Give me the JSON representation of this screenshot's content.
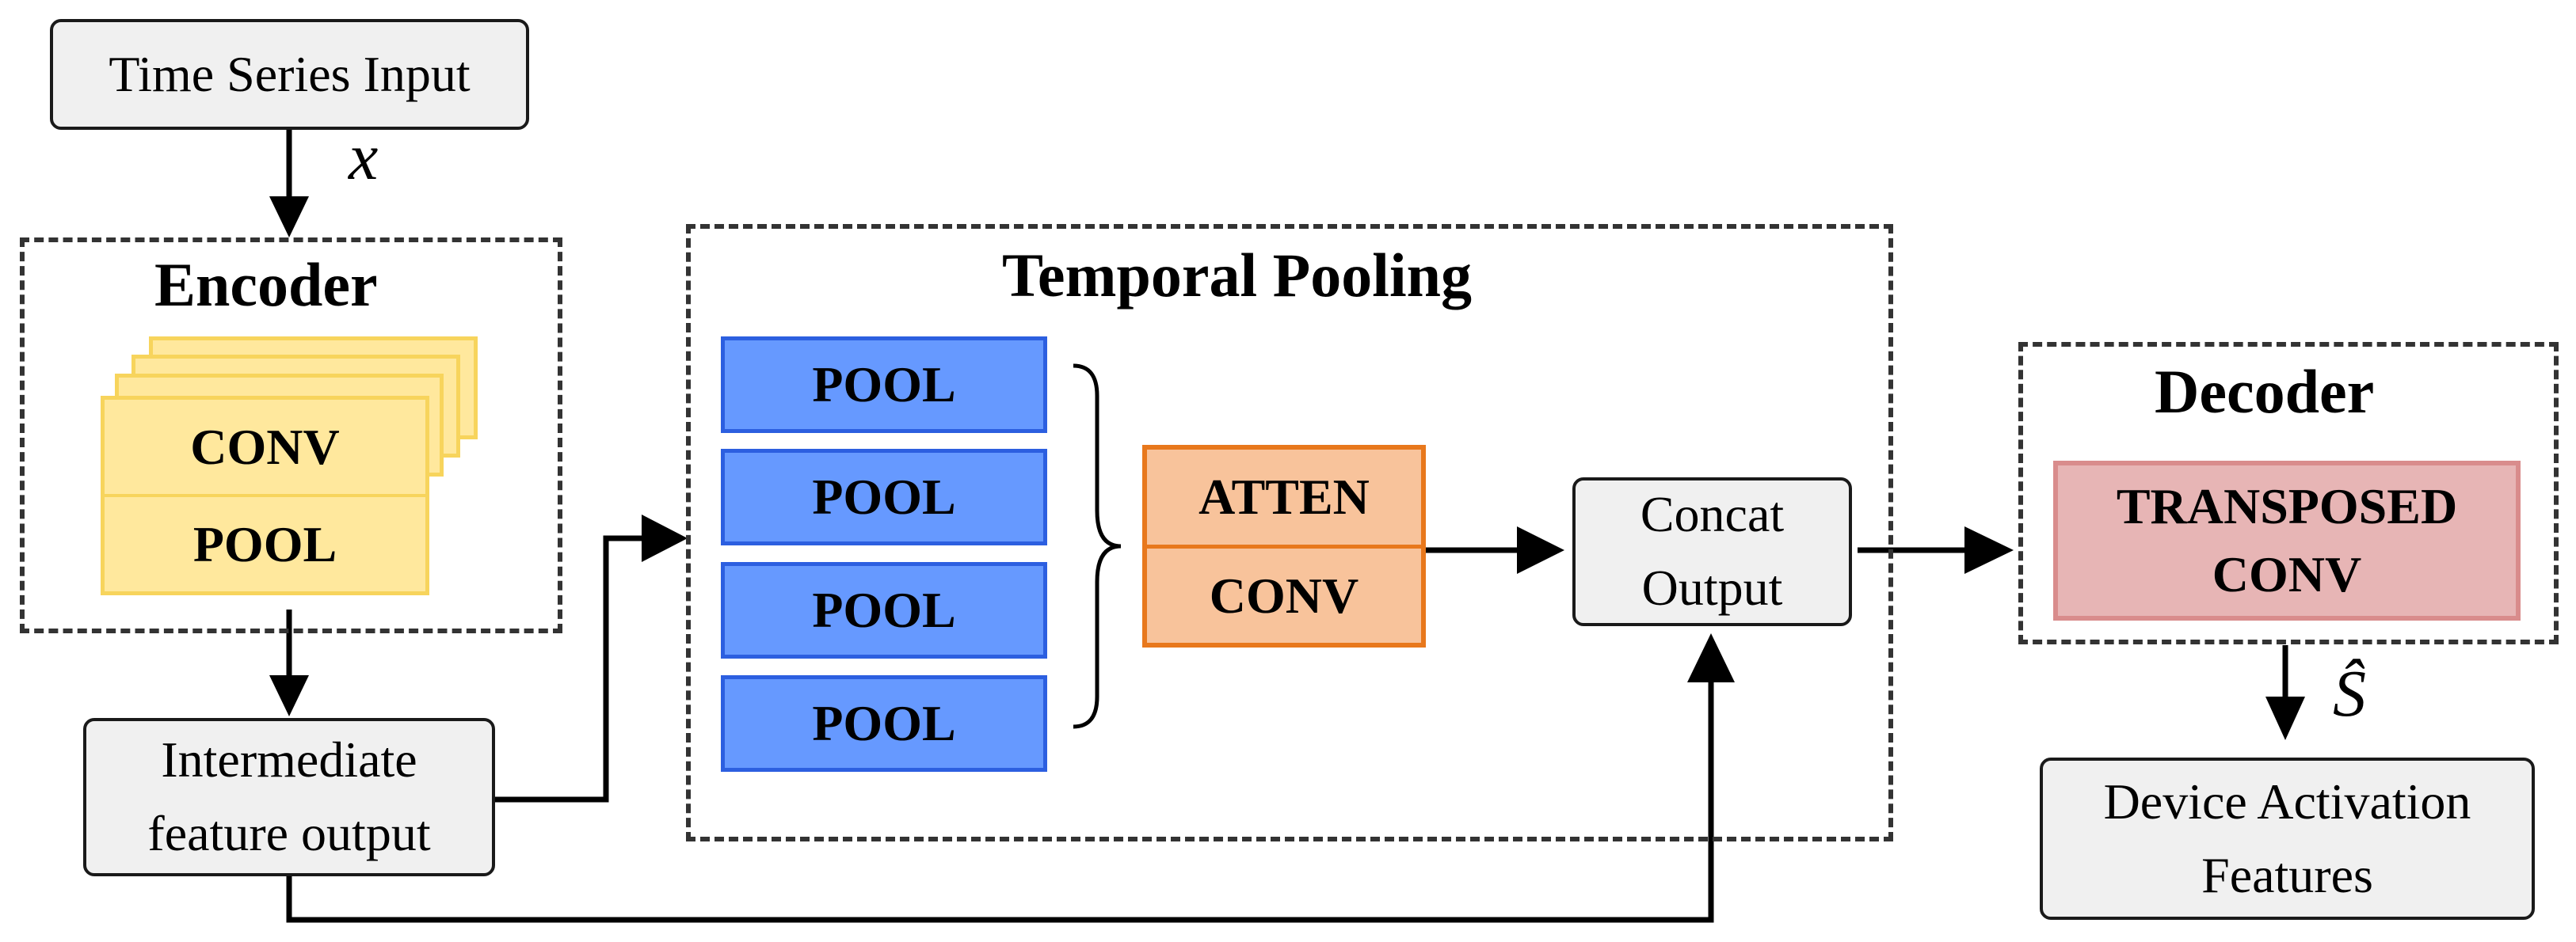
{
  "input": {
    "label": "Time Series Input",
    "symbol": "x"
  },
  "encoder": {
    "title": "Encoder",
    "conv_label": "CONV",
    "pool_label": "POOL"
  },
  "intermediate": {
    "label_line1": "Intermediate",
    "label_line2": "feature output"
  },
  "temporal_pooling": {
    "title": "Temporal Pooling",
    "pools": [
      "POOL",
      "POOL",
      "POOL",
      "POOL"
    ],
    "atten_label": "ATTEN",
    "conv_label": "CONV"
  },
  "concat": {
    "label_line1": "Concat",
    "label_line2": "Output"
  },
  "decoder": {
    "title": "Decoder",
    "label_line1": "TRANSPOSED",
    "label_line2": "CONV"
  },
  "output": {
    "symbol": "Ŝ",
    "label_line1": "Device Activation",
    "label_line2": "Features"
  },
  "colors": {
    "encoder_fill": "#ffe89d",
    "encoder_border": "#f7d45c",
    "pool_fill": "#6699ff",
    "pool_border": "#2c5fe0",
    "atten_fill": "#f8c39b",
    "atten_border": "#e8781c",
    "decoder_fill": "#e7b5b5",
    "decoder_border": "#d98c8c",
    "io_fill": "#f0f0f0"
  }
}
